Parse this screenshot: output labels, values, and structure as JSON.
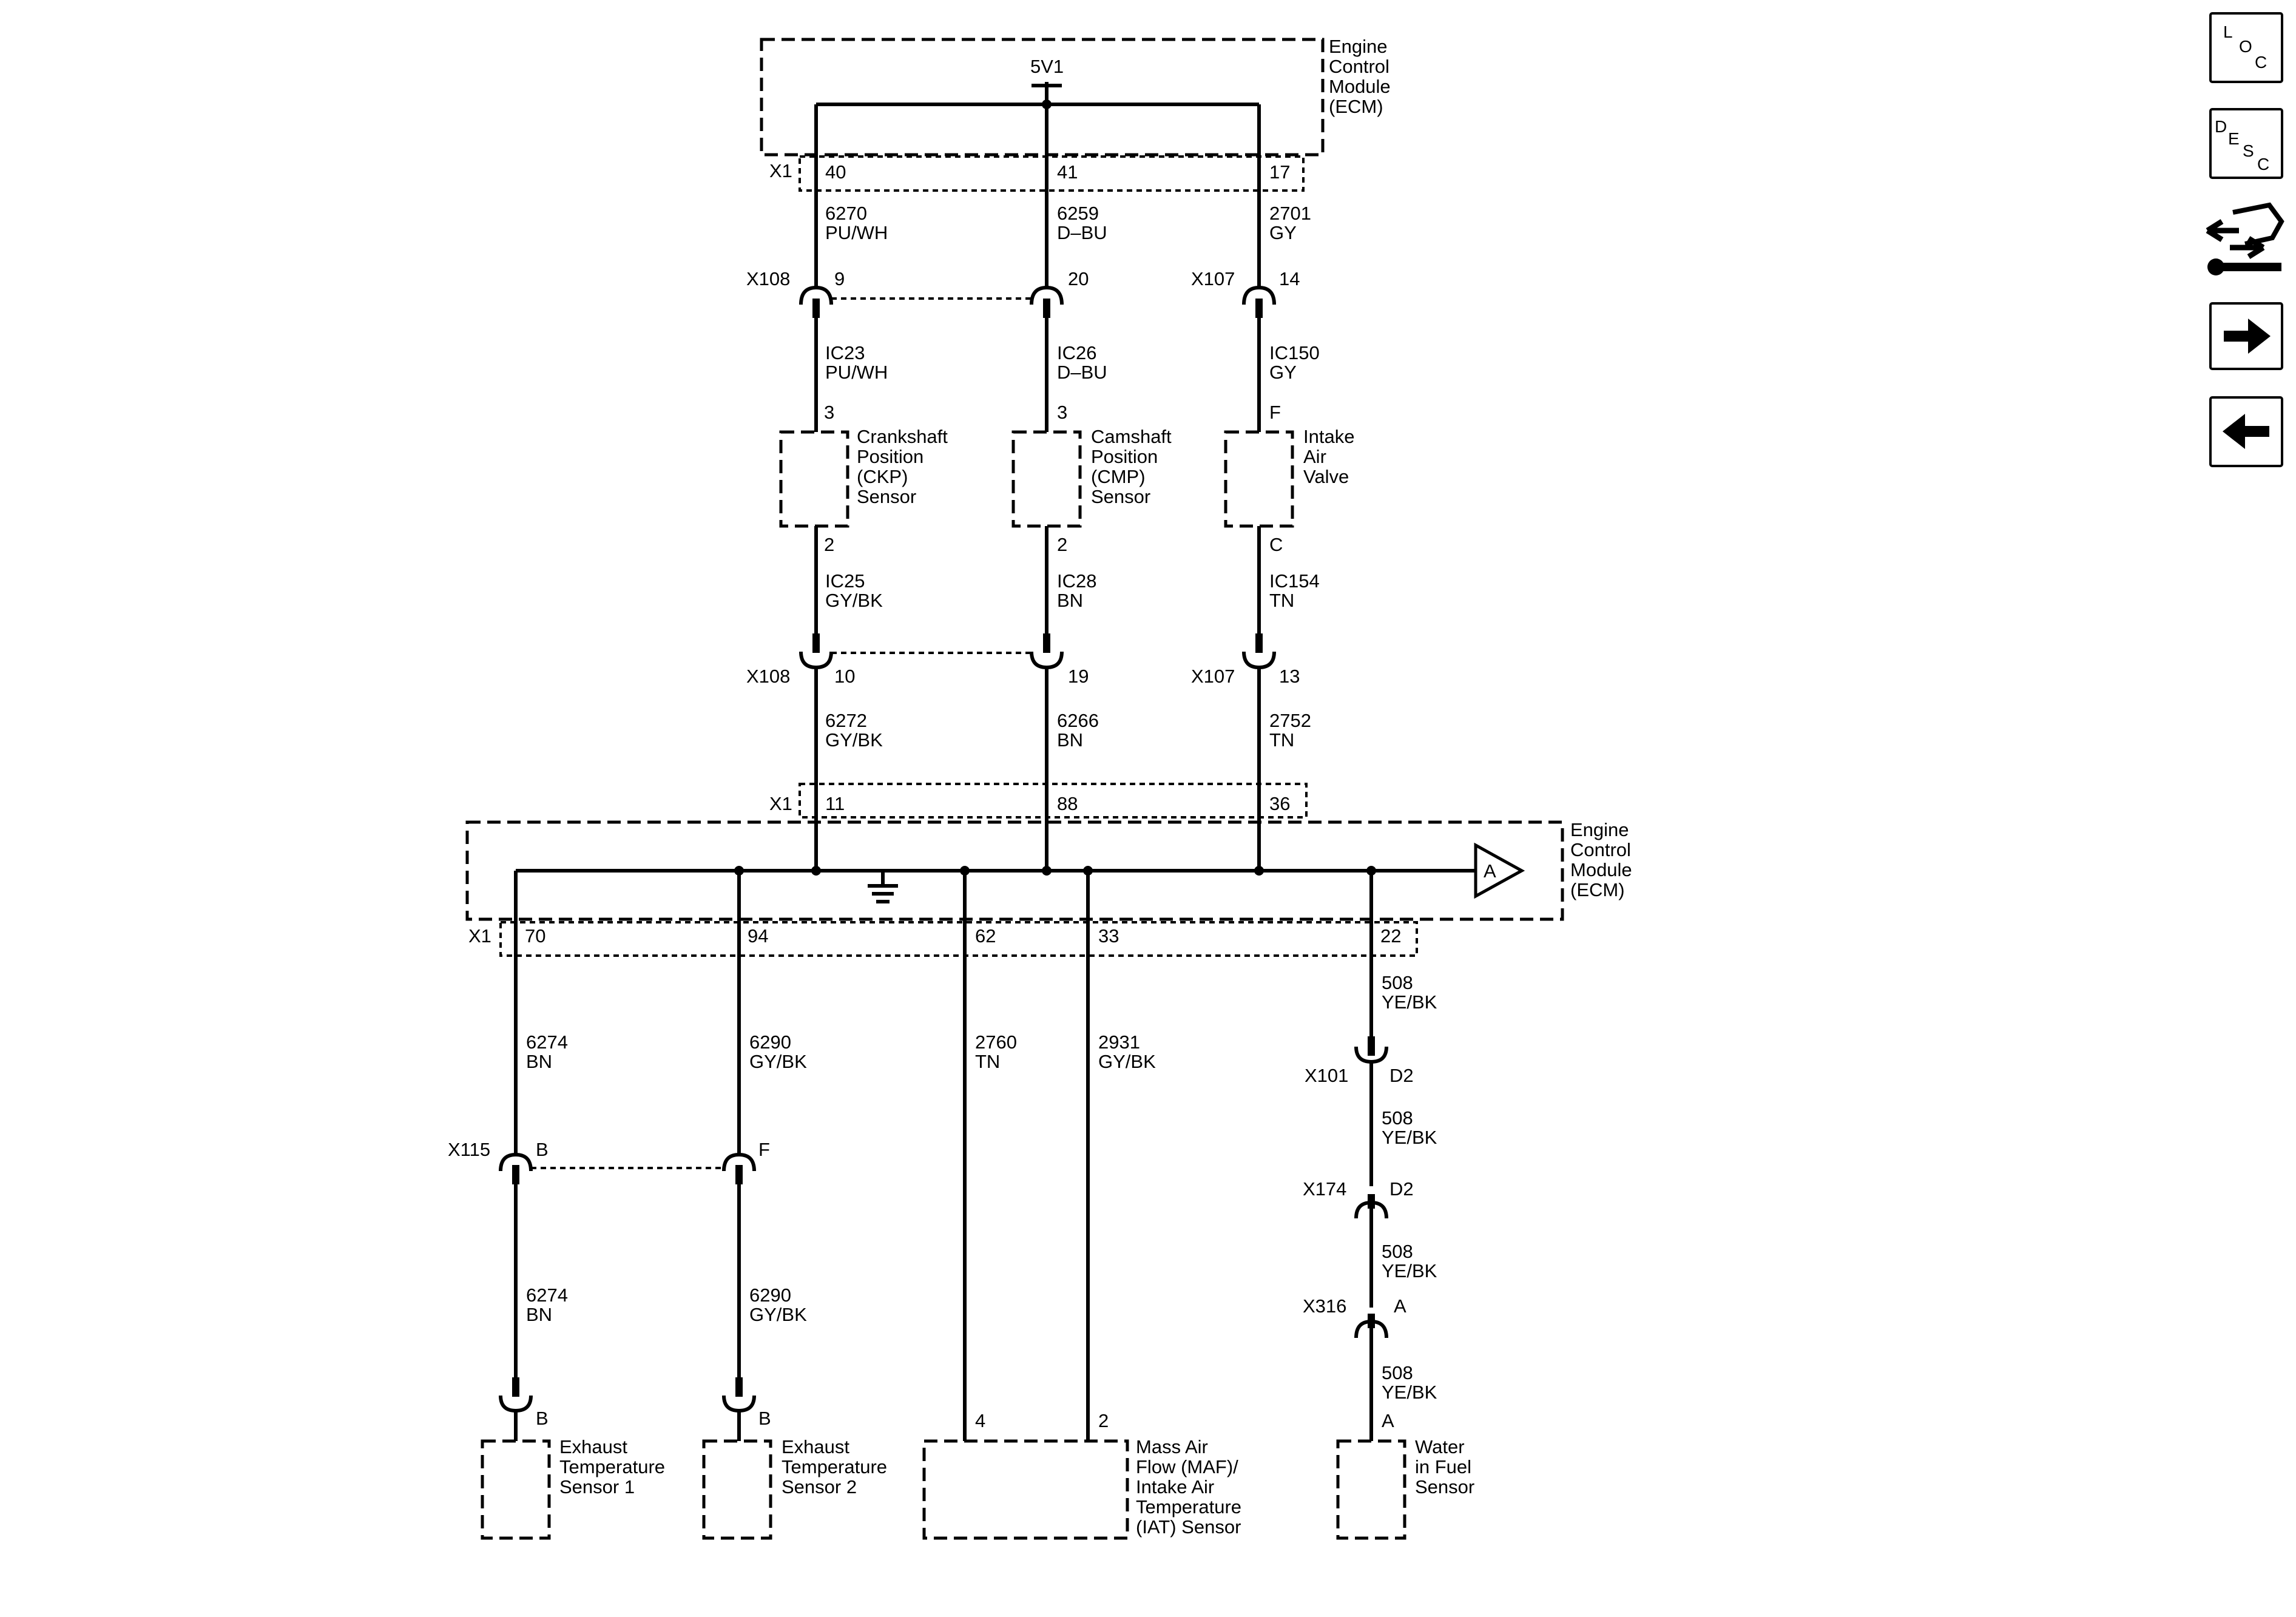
{
  "ecm_label": [
    "Engine",
    "Control",
    "Module",
    "(ECM)"
  ],
  "supply": "5V1",
  "conn_x1": "X1",
  "top_pins": [
    "40",
    "41",
    "17"
  ],
  "top_wires": [
    {
      "circuit": "6270",
      "color": "PU/WH"
    },
    {
      "circuit": "6259",
      "color": "D–BU"
    },
    {
      "circuit": "2701",
      "color": "GY"
    }
  ],
  "inline_top": [
    {
      "conn": "X108",
      "pin": "9"
    },
    {
      "conn": "",
      "pin": "20"
    },
    {
      "conn": "X107",
      "pin": "14"
    }
  ],
  "sensor_in_wires": [
    {
      "circuit": "IC23",
      "color": "PU/WH"
    },
    {
      "circuit": "IC26",
      "color": "D–BU"
    },
    {
      "circuit": "IC150",
      "color": "GY"
    }
  ],
  "sensors_top": [
    {
      "pin_in": "3",
      "pin_out": "2",
      "name": [
        "Crankshaft",
        "Position",
        "(CKP)",
        "Sensor"
      ]
    },
    {
      "pin_in": "3",
      "pin_out": "2",
      "name": [
        "Camshaft",
        "Position",
        "(CMP)",
        "Sensor"
      ]
    },
    {
      "pin_in": "F",
      "pin_out": "C",
      "name": [
        "Intake",
        "Air",
        "Valve"
      ]
    }
  ],
  "sensor_out_wires": [
    {
      "circuit": "IC25",
      "color": "GY/BK"
    },
    {
      "circuit": "IC28",
      "color": "BN"
    },
    {
      "circuit": "IC154",
      "color": "TN"
    }
  ],
  "inline_mid": [
    {
      "conn": "X108",
      "pin": "10"
    },
    {
      "conn": "",
      "pin": "19"
    },
    {
      "conn": "X107",
      "pin": "13"
    }
  ],
  "ecm_in_wires": [
    {
      "circuit": "6272",
      "color": "GY/BK"
    },
    {
      "circuit": "6266",
      "color": "BN"
    },
    {
      "circuit": "2752",
      "color": "TN"
    }
  ],
  "ecm_in_pins": [
    "11",
    "88",
    "36"
  ],
  "offpage_ref": "A",
  "bottom_pins": [
    "70",
    "94",
    "62",
    "33",
    "22"
  ],
  "bottom_wires": [
    {
      "circuit": "6274",
      "color": "BN"
    },
    {
      "circuit": "6290",
      "color": "GY/BK"
    },
    {
      "circuit": "2760",
      "color": "TN"
    },
    {
      "circuit": "2931",
      "color": "GY/BK"
    }
  ],
  "x115": {
    "conn": "X115",
    "pin_a": "B",
    "pin_b": "F"
  },
  "lower_wires": [
    {
      "circuit": "6274",
      "color": "BN"
    },
    {
      "circuit": "6290",
      "color": "GY/BK"
    }
  ],
  "wif_chain": {
    "wire": {
      "circuit": "508",
      "color": "YE/BK"
    },
    "connectors": [
      {
        "conn": "X101",
        "pin": "D2"
      },
      {
        "conn": "X174",
        "pin": "D2"
      },
      {
        "conn": "X316",
        "pin": "A"
      }
    ]
  },
  "bottom_sensors": [
    {
      "pin": "B",
      "name": [
        "Exhaust",
        "Temperature",
        "Sensor 1"
      ]
    },
    {
      "pin": "B",
      "name": [
        "Exhaust",
        "Temperature",
        "Sensor 2"
      ]
    },
    {
      "pins": [
        "4",
        "2"
      ],
      "name": [
        "Mass Air",
        "Flow (MAF)/",
        "Intake Air",
        "Temperature",
        "(IAT) Sensor"
      ]
    },
    {
      "pin": "A",
      "name": [
        "Water",
        "in Fuel",
        "Sensor"
      ]
    }
  ],
  "nav": {
    "loc": [
      "L",
      "O",
      "C"
    ],
    "desc": [
      "D",
      "E",
      "S",
      "C"
    ],
    "icons": [
      "connector-tool-icon",
      "arrow-right-icon",
      "arrow-left-icon"
    ]
  }
}
